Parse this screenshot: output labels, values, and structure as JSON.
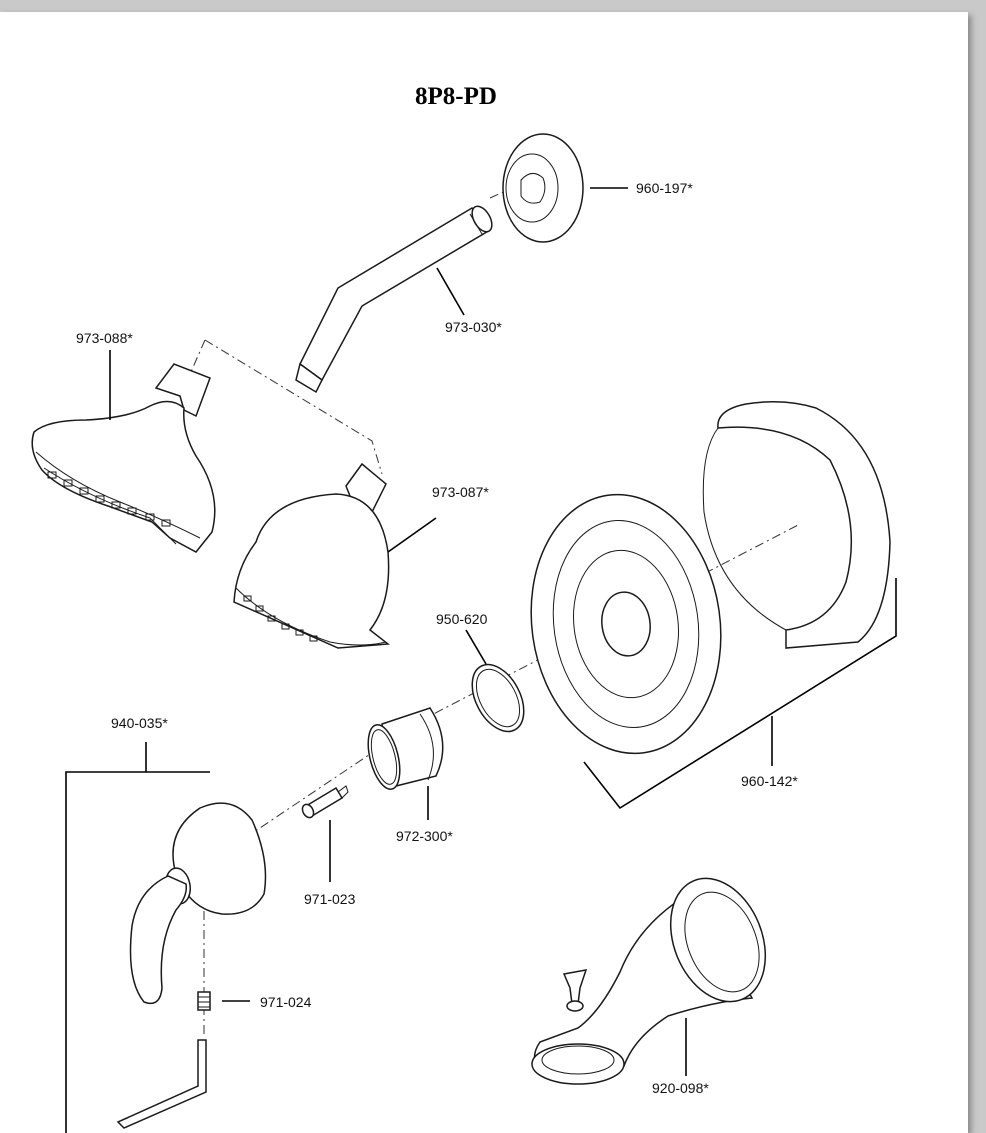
{
  "title": "8P8-PD",
  "parts": {
    "flange_960_197": "960-197*",
    "shower_arm_973_030": "973-030*",
    "showerhead_973_088": "973-088*",
    "showerhead_973_087": "973-087*",
    "o_ring_950_620": "950-620",
    "trim_kit_960_142": "960-142*",
    "handle_kit_940_035": "940-035*",
    "sleeve_972_300": "972-300*",
    "adapter_971_023": "971-023",
    "set_screw_971_024": "971-024",
    "tub_spout_920_098": "920-098*"
  },
  "colors": {
    "line": "#000000",
    "background": "#ffffff",
    "frame": "#c9c9c9"
  }
}
